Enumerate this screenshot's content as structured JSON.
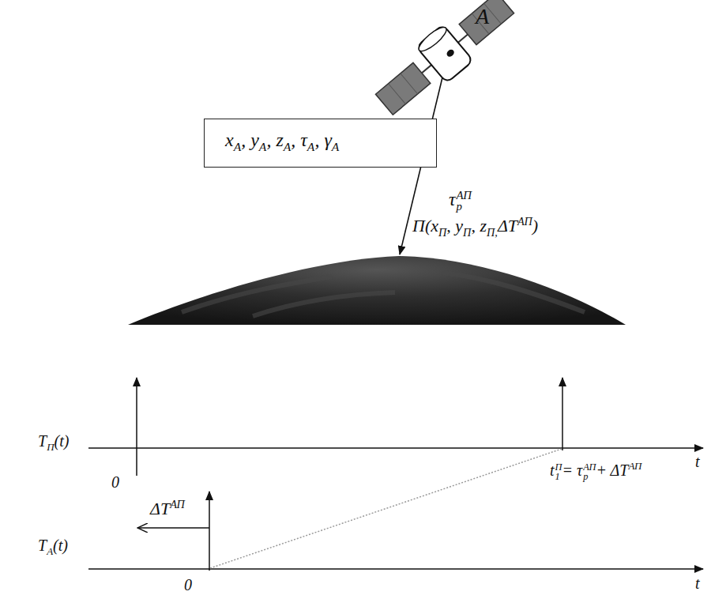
{
  "diagram": {
    "nodes": [
      {
        "text": [
          "x",
          "A",
          ", y",
          "A",
          ", z",
          "A",
          ", τ",
          "A",
          ", γ",
          "A"
        ]
      }
    ],
    "labels": [
      "A",
      "τ",
      "p",
      "АП",
      "П(x",
      "П",
      ", y",
      "П",
      ", z",
      "П,",
      "ΔT",
      "АП",
      ")",
      "T",
      "П",
      "(t)",
      "0",
      "T",
      "A",
      "(t)",
      "ΔT",
      "АП",
      "t",
      "П",
      "1",
      "= τ",
      "p",
      "АП",
      "+ ΔT",
      "АП",
      "t",
      "0",
      "t"
    ]
  }
}
